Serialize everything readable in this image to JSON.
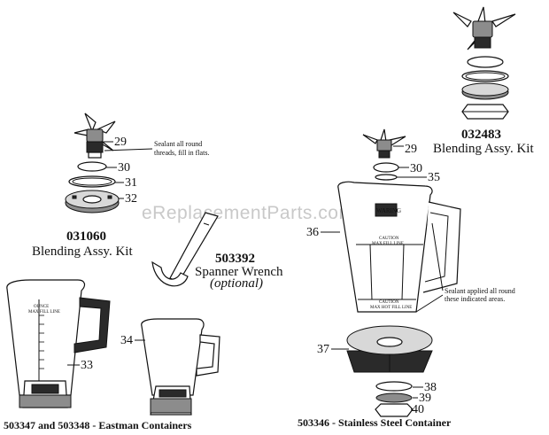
{
  "watermark": "eReplacementParts.com",
  "callouts": {
    "c29a": "29",
    "c30a": "30",
    "c31": "31",
    "c32": "32",
    "c29b": "29",
    "c30b": "30",
    "c35": "35",
    "c36": "36",
    "c33": "33",
    "c34": "34",
    "c37": "37",
    "c38": "38",
    "c39": "39",
    "c40": "40"
  },
  "kits": {
    "left_number": "031060",
    "left_name": "Blending Assy. Kit",
    "right_number": "032483",
    "right_name": "Blending Assy. Kit"
  },
  "wrench": {
    "number": "503392",
    "name": "Spanner Wrench",
    "note": "(optional)"
  },
  "notes": {
    "sealant_left_line1": "Sealant all round",
    "sealant_left_line2": "threads, fill in flats.",
    "sealant_right_line1": "Sealant applied all round",
    "sealant_right_line2": "these indicated areas."
  },
  "labels": {
    "waring_logo": "WARING",
    "ounce_label": "OUNCE",
    "max_fill": "MAX FILL LINE",
    "caution": "CAUTION",
    "max_hot_fill": "MAX HOT FILL LINE"
  },
  "captions": {
    "eastman": "503347 and 503348 - Eastman Containers",
    "stainless": "503346 - Stainless Steel Container"
  }
}
